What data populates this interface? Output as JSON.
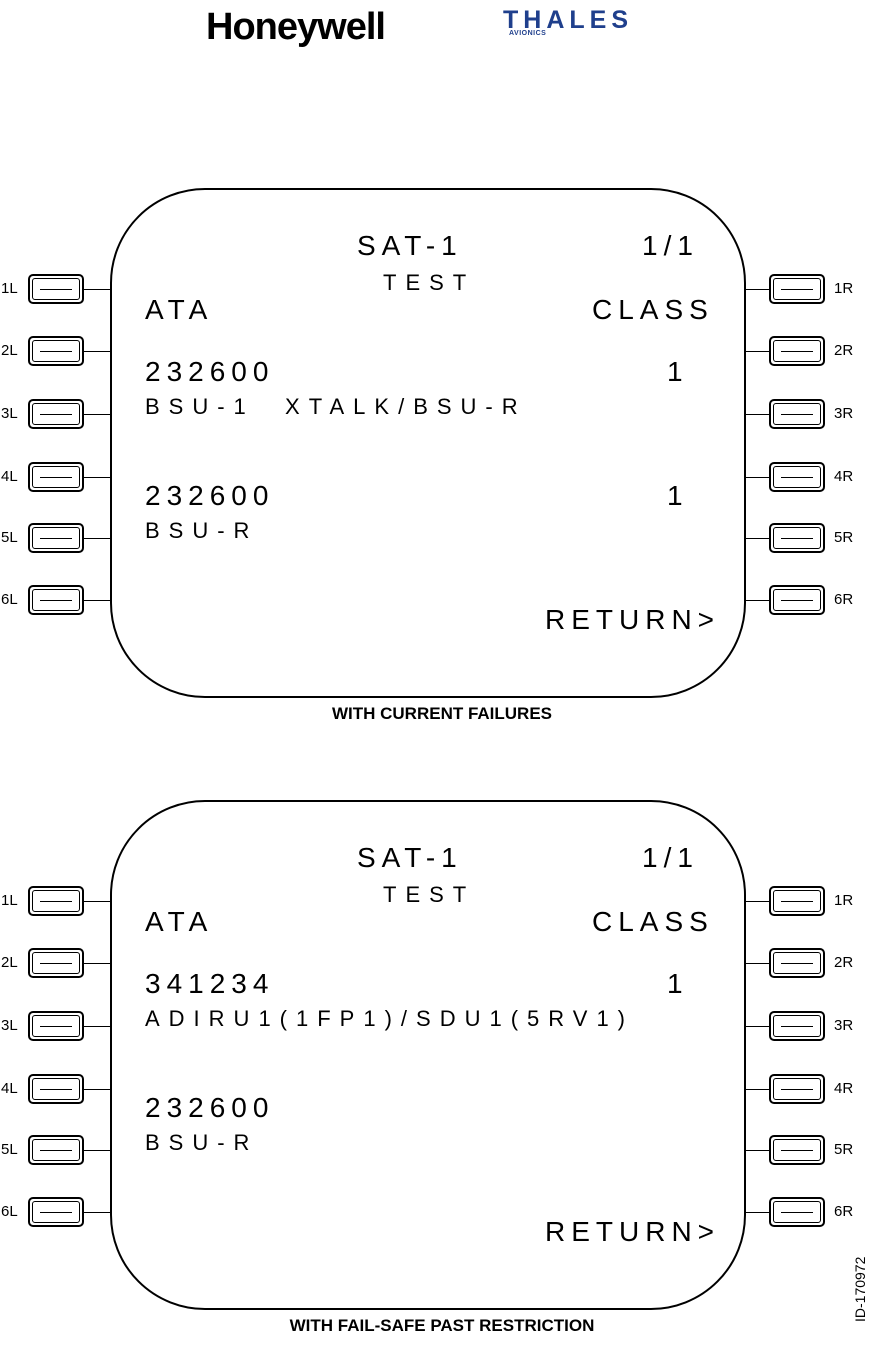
{
  "logos": {
    "honeywell": "Honeywell",
    "thales": "THALES",
    "avionics": "AVIONICS"
  },
  "lsk_labels": {
    "left": [
      "1L",
      "2L",
      "3L",
      "4L",
      "5L",
      "6L"
    ],
    "right": [
      "1R",
      "2R",
      "3R",
      "4R",
      "5R",
      "6R"
    ]
  },
  "panels": [
    {
      "title": "SAT-1",
      "page": "1/1",
      "subtitle": "TEST",
      "col_left": "ATA",
      "col_right": "CLASS",
      "entries": [
        {
          "ata": "232600",
          "desc": "BSU-1  XTALK/BSU-R",
          "class": "1"
        },
        {
          "ata": "232600",
          "desc": "BSU-R",
          "class": "1"
        }
      ],
      "return_label": "RETURN>",
      "caption": "WITH CURRENT FAILURES"
    },
    {
      "title": "SAT-1",
      "page": "1/1",
      "subtitle": "TEST",
      "col_left": "ATA",
      "col_right": "CLASS",
      "entries": [
        {
          "ata": "341234",
          "desc": "ADIRU1(1FP1)/SDU1(5RV1)",
          "class": "1"
        },
        {
          "ata": "232600",
          "desc": "BSU-R",
          "class": ""
        }
      ],
      "return_label": "RETURN>",
      "caption": "WITH FAIL-SAFE PAST RESTRICTION"
    }
  ],
  "doc_id": "ID-170972"
}
